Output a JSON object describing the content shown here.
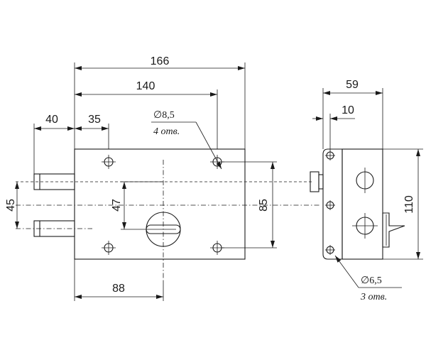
{
  "dimensions": {
    "d166": "166",
    "d140": "140",
    "d40": "40",
    "d35": "35",
    "d45": "45",
    "d47": "47",
    "d85": "85",
    "d88": "88",
    "d59": "59",
    "d10": "10",
    "d110": "110"
  },
  "callouts": {
    "front_hole_dia": "∅8,5",
    "front_hole_count": "4 отв.",
    "side_hole_dia": "∅6,5",
    "side_hole_count": "3 отв."
  }
}
